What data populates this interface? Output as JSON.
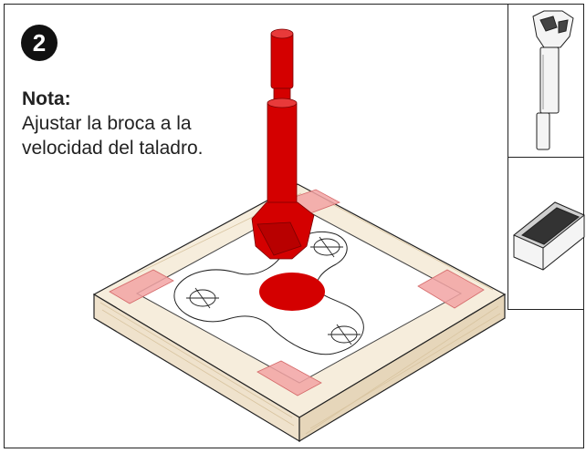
{
  "step": {
    "number": "2"
  },
  "note": {
    "title": "Nota:",
    "lines": [
      "Ajustar la broca a la",
      "velocidad del taladro."
    ]
  },
  "colors": {
    "drill": "#d40000",
    "tape": "#f2a3a3",
    "wood": "#efe2cc",
    "outline": "#222222"
  },
  "icons": {
    "drill_bit": "forstner-bit-icon",
    "sanding_block": "sanding-block-icon"
  }
}
